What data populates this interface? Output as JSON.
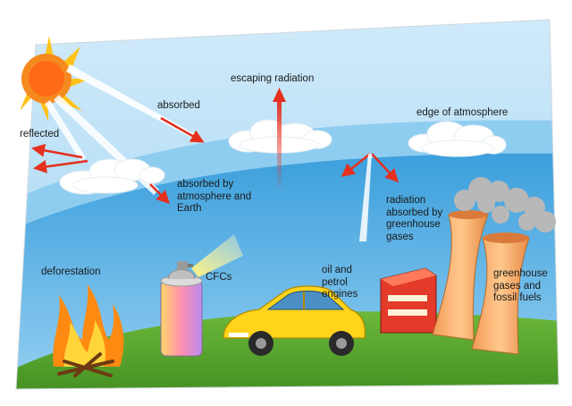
{
  "labels": {
    "reflected": "reflected",
    "absorbed": "absorbed",
    "escaping_radiation": "escaping radiation",
    "edge_of_atmosphere": "edge of atmosphere",
    "absorbed_by_atmosphere": [
      "absorbed by",
      "atmosphere and",
      "Earth"
    ],
    "radiation_absorbed": [
      "radiation",
      "absorbed by",
      "greenhouse",
      "gases"
    ],
    "deforestation": "deforestation",
    "cfcs": "CFCs",
    "oil_and_petrol_engines": [
      "oil and",
      "petrol",
      "engines"
    ],
    "greenhouse_gases_fossil_fuels": [
      "greenhouse",
      "gases and",
      "fossil fuels"
    ]
  },
  "colors": {
    "sky_top": "#c4e4f8",
    "sky_band": "#8fcdf0",
    "sky_inner": "#3aa0de",
    "ground": "#5aa82c",
    "arrow": "#e5301f",
    "sun": "#ffc21a"
  }
}
